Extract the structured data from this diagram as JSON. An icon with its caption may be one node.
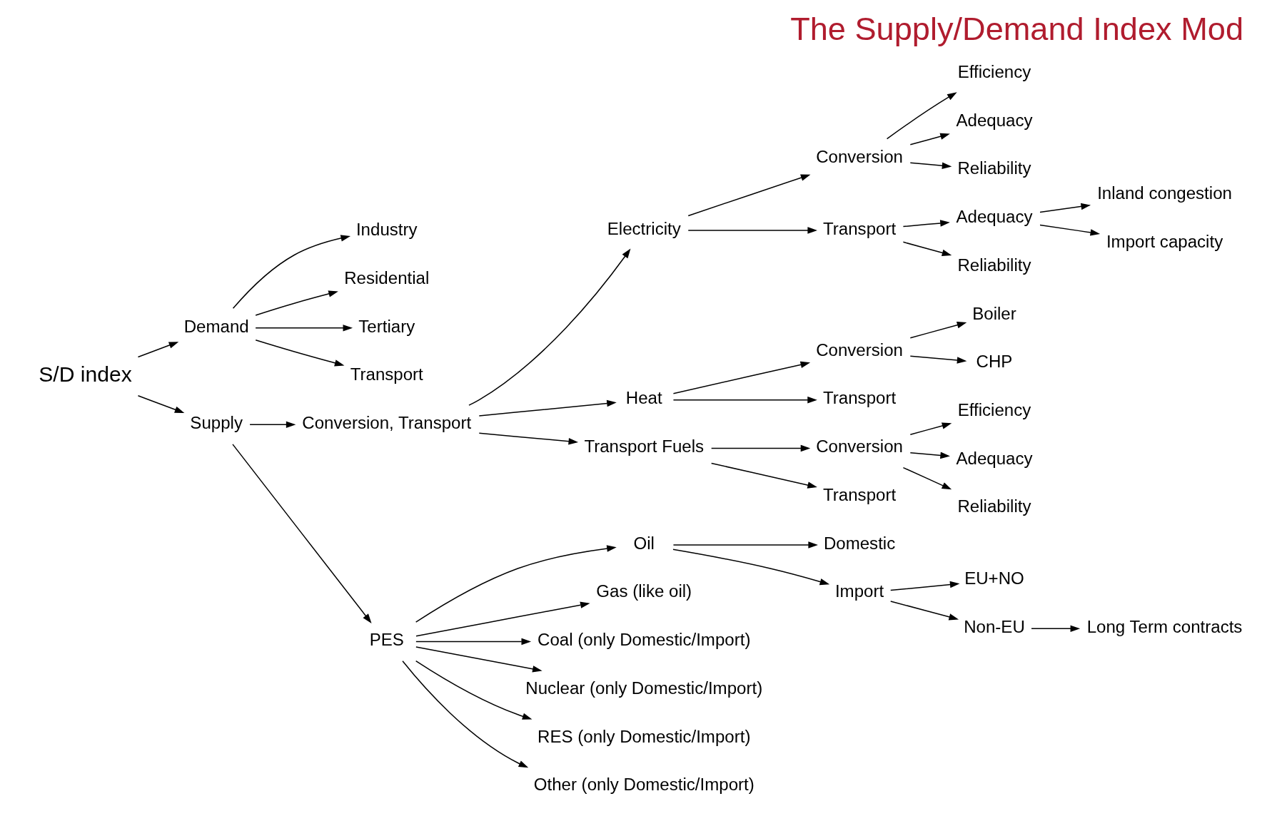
{
  "diagram": {
    "title": "The Supply/Demand Index Mod",
    "nodes": [
      {
        "text": [
          "S/D index"
        ]
      },
      {
        "text": [
          "Demand"
        ]
      },
      {
        "text": [
          "Industry"
        ]
      },
      {
        "text": [
          "Residential"
        ]
      },
      {
        "text": [
          "Tertiary"
        ]
      },
      {
        "text": [
          "Transport"
        ]
      },
      {
        "text": [
          "Supply"
        ]
      },
      {
        "text": [
          "Conversion, Transport"
        ]
      },
      {
        "text": [
          "Electricity"
        ]
      },
      {
        "text": [
          "Conversion"
        ]
      },
      {
        "text": [
          "Efficiency"
        ]
      },
      {
        "text": [
          "Adequacy"
        ]
      },
      {
        "text": [
          "Reliability"
        ]
      },
      {
        "text": [
          "Transport"
        ]
      },
      {
        "text": [
          "Adequacy"
        ]
      },
      {
        "text": [
          "Inland congestion"
        ]
      },
      {
        "text": [
          "Import capacity"
        ]
      },
      {
        "text": [
          "Reliability"
        ]
      },
      {
        "text": [
          "Heat"
        ]
      },
      {
        "text": [
          "Conversion"
        ]
      },
      {
        "text": [
          "Boiler"
        ]
      },
      {
        "text": [
          "CHP"
        ]
      },
      {
        "text": [
          "Transport"
        ]
      },
      {
        "text": [
          "Transport Fuels"
        ]
      },
      {
        "text": [
          "Conversion"
        ]
      },
      {
        "text": [
          "Efficiency"
        ]
      },
      {
        "text": [
          "Adequacy"
        ]
      },
      {
        "text": [
          "Reliability"
        ]
      },
      {
        "text": [
          "Transport"
        ]
      },
      {
        "text": [
          "PES"
        ]
      },
      {
        "text": [
          "Oil"
        ]
      },
      {
        "text": [
          "Domestic"
        ]
      },
      {
        "text": [
          "Import"
        ]
      },
      {
        "text": [
          "EU+NO"
        ]
      },
      {
        "text": [
          "Non-EU"
        ]
      },
      {
        "text": [
          "Long Term contracts"
        ]
      },
      {
        "text": [
          "Gas (like oil)"
        ]
      },
      {
        "text": [
          "Coal (only Domestic/Import)"
        ]
      },
      {
        "text": [
          "Nuclear (only Domestic/Import)"
        ]
      },
      {
        "text": [
          "RES (only Domestic/Import)"
        ]
      },
      {
        "text": [
          "Other (only Domestic/Import)"
        ]
      }
    ],
    "edges": [
      {
        "from": 0,
        "to": 1,
        "arrow": "to"
      },
      {
        "from": 0,
        "to": 6,
        "arrow": "to"
      },
      {
        "from": 1,
        "to": 2,
        "arrow": "to"
      },
      {
        "from": 1,
        "to": 3,
        "arrow": "to"
      },
      {
        "from": 1,
        "to": 4,
        "arrow": "to"
      },
      {
        "from": 1,
        "to": 5,
        "arrow": "to"
      },
      {
        "from": 6,
        "to": 7,
        "arrow": "to"
      },
      {
        "from": 6,
        "to": 29,
        "arrow": "to"
      },
      {
        "from": 7,
        "to": 8,
        "arrow": "to"
      },
      {
        "from": 7,
        "to": 18,
        "arrow": "to"
      },
      {
        "from": 7,
        "to": 23,
        "arrow": "to"
      },
      {
        "from": 8,
        "to": 9,
        "arrow": "to"
      },
      {
        "from": 8,
        "to": 13,
        "arrow": "to"
      },
      {
        "from": 9,
        "to": 10,
        "arrow": "to"
      },
      {
        "from": 9,
        "to": 11,
        "arrow": "to"
      },
      {
        "from": 9,
        "to": 12,
        "arrow": "to"
      },
      {
        "from": 13,
        "to": 14,
        "arrow": "to"
      },
      {
        "from": 13,
        "to": 17,
        "arrow": "to"
      },
      {
        "from": 14,
        "to": 15,
        "arrow": "to"
      },
      {
        "from": 14,
        "to": 16,
        "arrow": "to"
      },
      {
        "from": 18,
        "to": 19,
        "arrow": "to"
      },
      {
        "from": 18,
        "to": 22,
        "arrow": "to"
      },
      {
        "from": 19,
        "to": 20,
        "arrow": "to"
      },
      {
        "from": 19,
        "to": 21,
        "arrow": "to"
      },
      {
        "from": 23,
        "to": 24,
        "arrow": "to"
      },
      {
        "from": 23,
        "to": 28,
        "arrow": "to"
      },
      {
        "from": 24,
        "to": 25,
        "arrow": "to"
      },
      {
        "from": 24,
        "to": 26,
        "arrow": "to"
      },
      {
        "from": 24,
        "to": 27,
        "arrow": "to"
      },
      {
        "from": 29,
        "to": 30,
        "arrow": "to"
      },
      {
        "from": 29,
        "to": 36,
        "arrow": "to"
      },
      {
        "from": 29,
        "to": 37,
        "arrow": "to"
      },
      {
        "from": 29,
        "to": 38,
        "arrow": "to"
      },
      {
        "from": 29,
        "to": 39,
        "arrow": "to"
      },
      {
        "from": 29,
        "to": 40,
        "arrow": "to"
      },
      {
        "from": 30,
        "to": 31,
        "arrow": "to"
      },
      {
        "from": 30,
        "to": 32,
        "arrow": "to"
      },
      {
        "from": 32,
        "to": 33,
        "arrow": "to"
      },
      {
        "from": 32,
        "to": 34,
        "arrow": "to"
      },
      {
        "from": 34,
        "to": 35,
        "arrow": "to"
      }
    ]
  }
}
